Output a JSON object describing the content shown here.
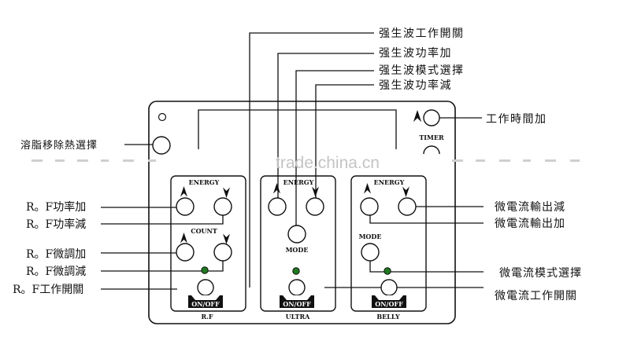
{
  "labels": {
    "ultra_onoff": "强生波工作開關",
    "ultra_power_up": "强生波功率加",
    "ultra_mode": "强生波模式選擇",
    "ultra_power_down": "强生波功率減",
    "timer_up": "工作時間加",
    "left_select": "溶脂移除熱選擇",
    "rf_power_up": "R。F功率加",
    "rf_power_down": "R。F功率減",
    "rf_fine_up": "R。F微調加",
    "rf_fine_down": "R。F微調減",
    "rf_onoff": "R。F工作開關",
    "micro_out_down": "微電流輸出減",
    "micro_out_up": "微電流輸出加",
    "micro_mode": "微電流模式選擇",
    "micro_onoff": "微電流工作開關"
  },
  "device": {
    "timer_label": "TIMER",
    "panels": {
      "rf": {
        "name": "R.F",
        "energy": "ENERGY",
        "count": "COUNT",
        "onoff": "ON/OFF"
      },
      "ultra": {
        "name": "ULTRA",
        "energy": "ENERGY",
        "mode": "MODE",
        "onoff": "ON/OFF"
      },
      "belly": {
        "name": "BELLY",
        "energy": "ENERGY",
        "mode": "MODE",
        "onoff": "ON/OFF"
      }
    }
  },
  "watermark": "trade.china.cn",
  "colors": {
    "indicator": "#1f7a1f",
    "ink": "#111111"
  }
}
